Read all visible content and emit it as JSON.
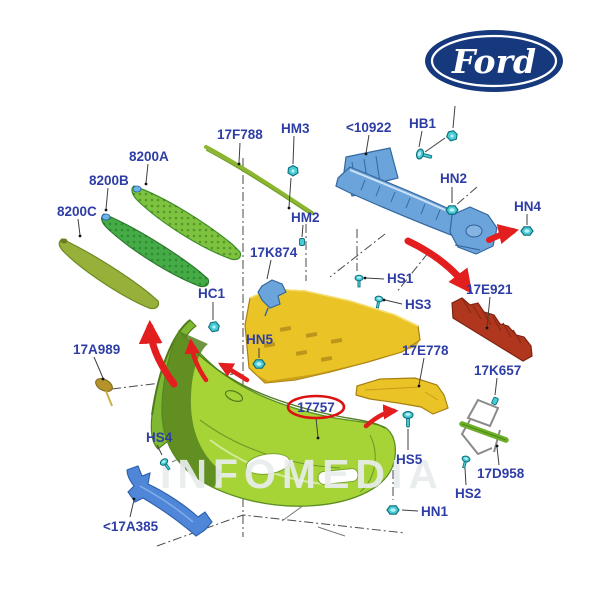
{
  "diagram": {
    "type": "exploded-parts-diagram",
    "brand": "Ford",
    "watermark": "INFOMEDIA",
    "highlighted_part": "17757"
  },
  "labels": {
    "17F788": "17F788",
    "HM3": "HM3",
    "10922": "<10922",
    "HB1": "HB1",
    "8200A": "8200A",
    "8200B": "8200B",
    "HN2": "HN2",
    "8200C": "8200C",
    "HN4": "HN4",
    "HM2": "HM2",
    "17K874": "17K874",
    "HS1": "HS1",
    "HS3": "HS3",
    "17E921": "17E921",
    "HC1": "HC1",
    "HN5": "HN5",
    "17A989": "17A989",
    "17E778": "17E778",
    "17K657": "17K657",
    "17757": "17757",
    "HS4": "HS4",
    "HS5": "HS5",
    "17D958": "17D958",
    "HS2": "HS2",
    "17A385": "<17A385",
    "HN1": "HN1"
  },
  "colors": {
    "label_blue": "#2e3da5",
    "fastener_teal": "#48cbd5",
    "arrow_red": "#e31e1e",
    "highlight_ring_red": "#dd1111",
    "bumper_green": "#a6d437",
    "beam_blue": "#6ba3db",
    "shield_yellow": "#eac427",
    "deflector_red": "#b0371d",
    "logo_navy": "#16387d"
  }
}
